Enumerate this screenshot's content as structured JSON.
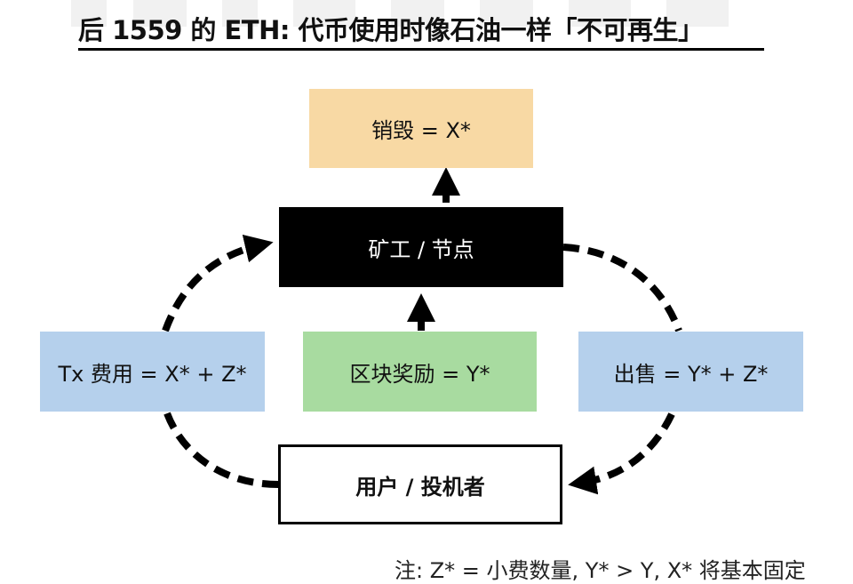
{
  "title": "后 1559 的 ETH: 代币使用时像石油一样「不可再生」",
  "nodes": {
    "burn": {
      "label": "销毁 = X*",
      "color": "#f8d9a4"
    },
    "miner": {
      "label": "矿工 / 节点",
      "color": "#000000"
    },
    "txfee": {
      "label": "Tx 费用 = X* + Z*",
      "color": "#b5d0ec"
    },
    "reward": {
      "label": "区块奖励 = Y*",
      "color": "#a8dba0"
    },
    "sell": {
      "label": "出售 = Y* + Z*",
      "color": "#b5d0ec"
    },
    "user": {
      "label": "用户 / 投机者",
      "color": "#ffffff"
    }
  },
  "edges": [
    {
      "from": "miner",
      "to": "burn",
      "style": "solid"
    },
    {
      "from": "reward",
      "to": "miner",
      "style": "solid"
    },
    {
      "from": "user",
      "to": "miner",
      "style": "dashed",
      "via": "txfee"
    },
    {
      "from": "miner",
      "to": "user",
      "style": "dashed",
      "via": "sell"
    }
  ],
  "footnote": "注: Z* = 小费数量, Y* > Y, X* 将基本固定"
}
